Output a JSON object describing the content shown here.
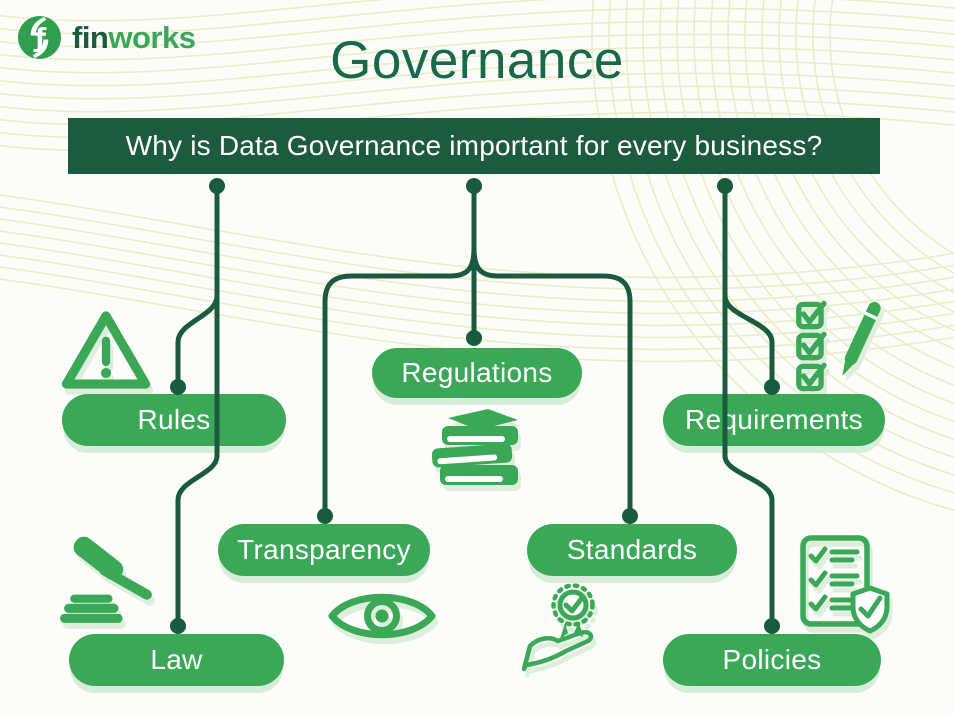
{
  "brand": {
    "name_primary": "fin",
    "name_secondary": "works",
    "logo_icon": "finworks-circle-f-icon"
  },
  "header": {
    "title": "Governance",
    "question": "Why is Data Governance important for every business?"
  },
  "diagram": {
    "nodes": [
      {
        "label": "Rules",
        "icon": "warning-triangle-icon"
      },
      {
        "label": "Regulations",
        "icon": "books-stack-icon"
      },
      {
        "label": "Requirements",
        "icon": "checklist-pencil-icon"
      },
      {
        "label": "Transparency",
        "icon": "eye-icon"
      },
      {
        "label": "Standards",
        "icon": "award-in-hand-icon"
      },
      {
        "label": "Law",
        "icon": "gavel-icon"
      },
      {
        "label": "Policies",
        "icon": "clipboard-shield-icon"
      }
    ]
  },
  "colors": {
    "accent_green": "#3aa857",
    "dark_green": "#1a5a3f",
    "banner_green": "#1d5b40",
    "title_green": "#17694a",
    "pill_shadow": "#d8ecd9",
    "wave": "#e5ecc4",
    "background": "#fcfdf8",
    "text_on_green": "#ffffff"
  }
}
